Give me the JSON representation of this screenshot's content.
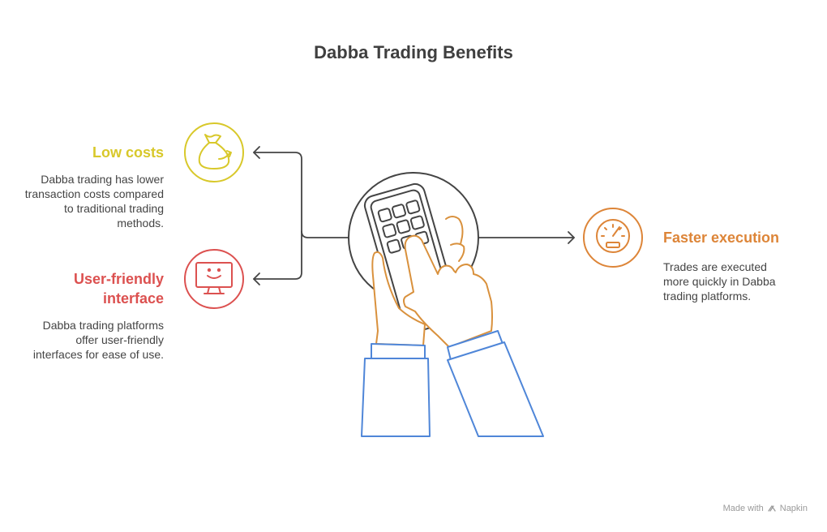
{
  "title": "Dabba Trading Benefits",
  "colors": {
    "low_costs": "#d8c82a",
    "user_friendly": "#dc5150",
    "faster_execution": "#dd8538",
    "hand": "#d9913d",
    "sleeve": "#4f86d8",
    "line": "#444444"
  },
  "benefits": [
    {
      "heading": "Low costs",
      "description": "Dabba trading has lower transaction costs compared to traditional trading methods.",
      "icon": "money-bag-icon"
    },
    {
      "heading": "User-friendly interface",
      "description": "Dabba trading platforms offer user-friendly interfaces for ease of use.",
      "icon": "monitor-smile-icon"
    },
    {
      "heading": "Faster execution",
      "description": "Trades are executed more quickly in Dabba trading platforms.",
      "icon": "speedometer-icon"
    }
  ],
  "footer": {
    "made_with": "Made with",
    "brand": "Napkin"
  }
}
